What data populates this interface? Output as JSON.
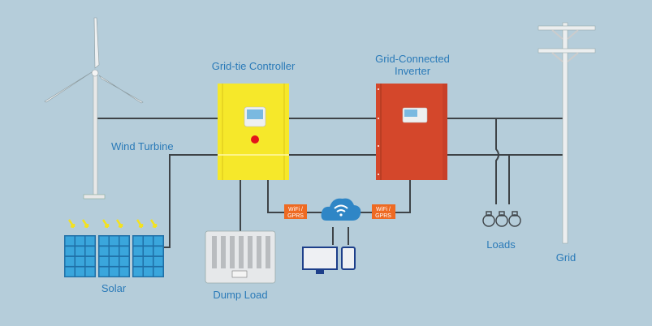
{
  "title": "Grid-tie wind/solar system diagram",
  "labels": {
    "wind_turbine": "Wind Turbine",
    "controller": "Grid-tie Controller",
    "inverter_line1": "Grid-Connected",
    "inverter_line2": "Inverter",
    "solar": "Solar",
    "dump_load": "Dump Load",
    "loads": "Loads",
    "grid": "Grid",
    "wifi_left_1": "WiFi /",
    "wifi_left_2": "GPRS",
    "wifi_right_1": "WiFi /",
    "wifi_right_2": "GPRS"
  },
  "colors": {
    "background": "#b5cdda",
    "controller": "#f6e82a",
    "inverter": "#d4472b",
    "label": "#2a7ab8",
    "badge": "#ee6a22",
    "solar_panel": "#3aa6dc",
    "cloud": "#2f86c6"
  }
}
